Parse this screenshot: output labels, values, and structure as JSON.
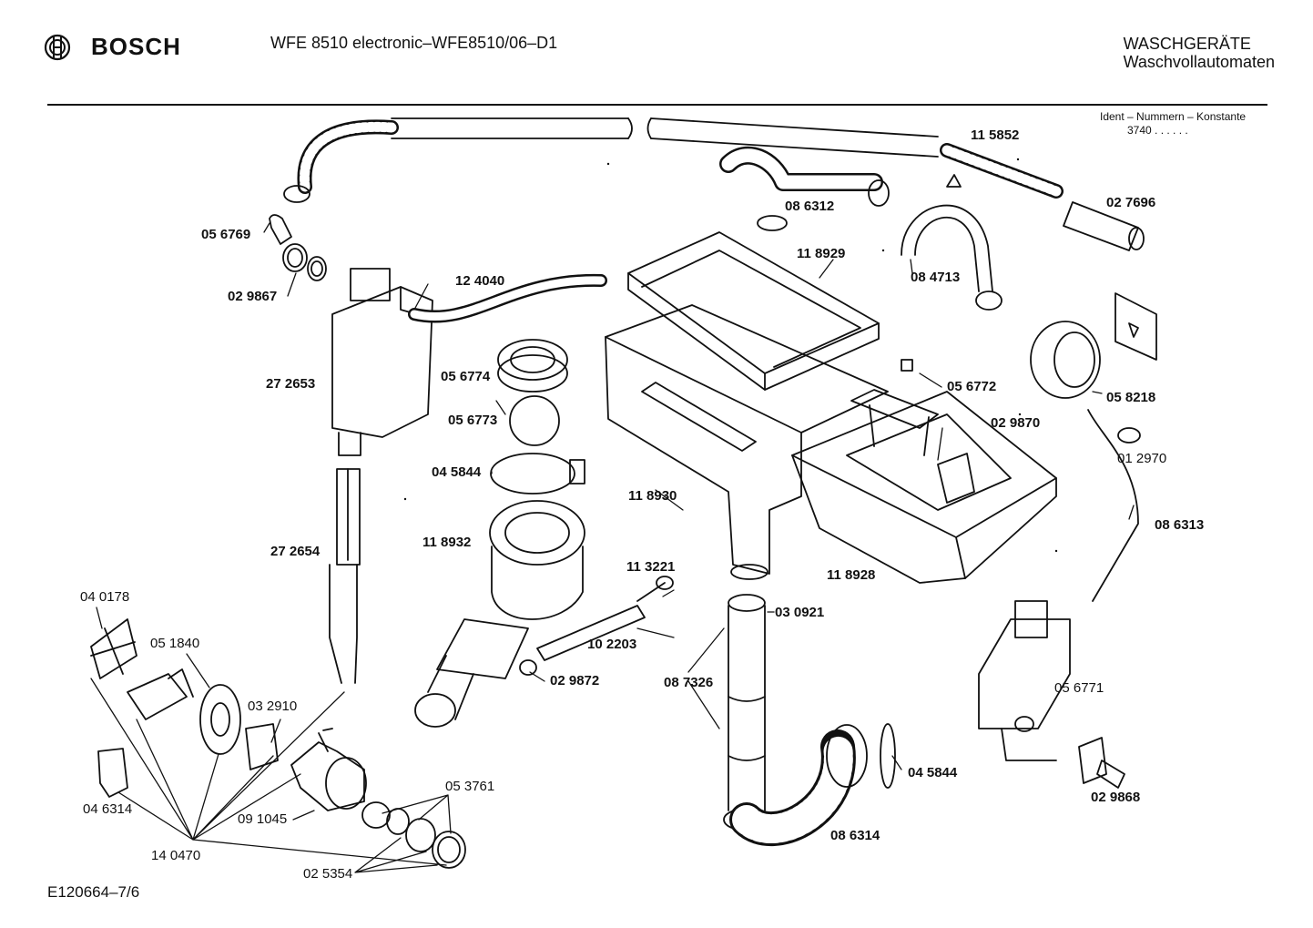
{
  "header": {
    "brand": "BOSCH",
    "model": "WFE 8510 electronic–WFE8510/06–D1",
    "category_line1": "WASCHGERÄTE",
    "category_line2": "Waschvollautomaten"
  },
  "ident": {
    "label": "Ident – Nummern – Konstante",
    "value": "3740 . . . . . ."
  },
  "footer": {
    "code": "E120664–7/6"
  },
  "parts": {
    "p115852": "11 5852",
    "p027696": "02 7696",
    "p086312": "08 6312",
    "p118929": "11 8929",
    "p084713": "08 4713",
    "p056769": "05 6769",
    "p029867": "02 9867",
    "p124040": "12 4040",
    "p272653": "27 2653",
    "p056774": "05 6774",
    "p056773": "05 6773",
    "p045844a": "04 5844",
    "p118930": "11 8930",
    "p056772": "05 6772",
    "p029870": "02 9870",
    "p058218": "05 8218",
    "p012970": "01 2970",
    "p086313": "08 6313",
    "p272654": "27 2654",
    "p118932": "11 8932",
    "p113221": "11 3221",
    "p118928": "11 8928",
    "p030921": "03 0921",
    "p102203": "10 2203",
    "p029872": "02 9872",
    "p087326": "08 7326",
    "p056771": "05 6771",
    "p040178": "04 0178",
    "p051840": "05 1840",
    "p032910": "03 2910",
    "p046314": "04 6314",
    "p091045": "09 1045",
    "p053761": "05 3761",
    "p140470": "14 0470",
    "p025354": "02 5354",
    "p045844b": "04 5844",
    "p086314": "08 6314",
    "p029868": "02 9868"
  }
}
